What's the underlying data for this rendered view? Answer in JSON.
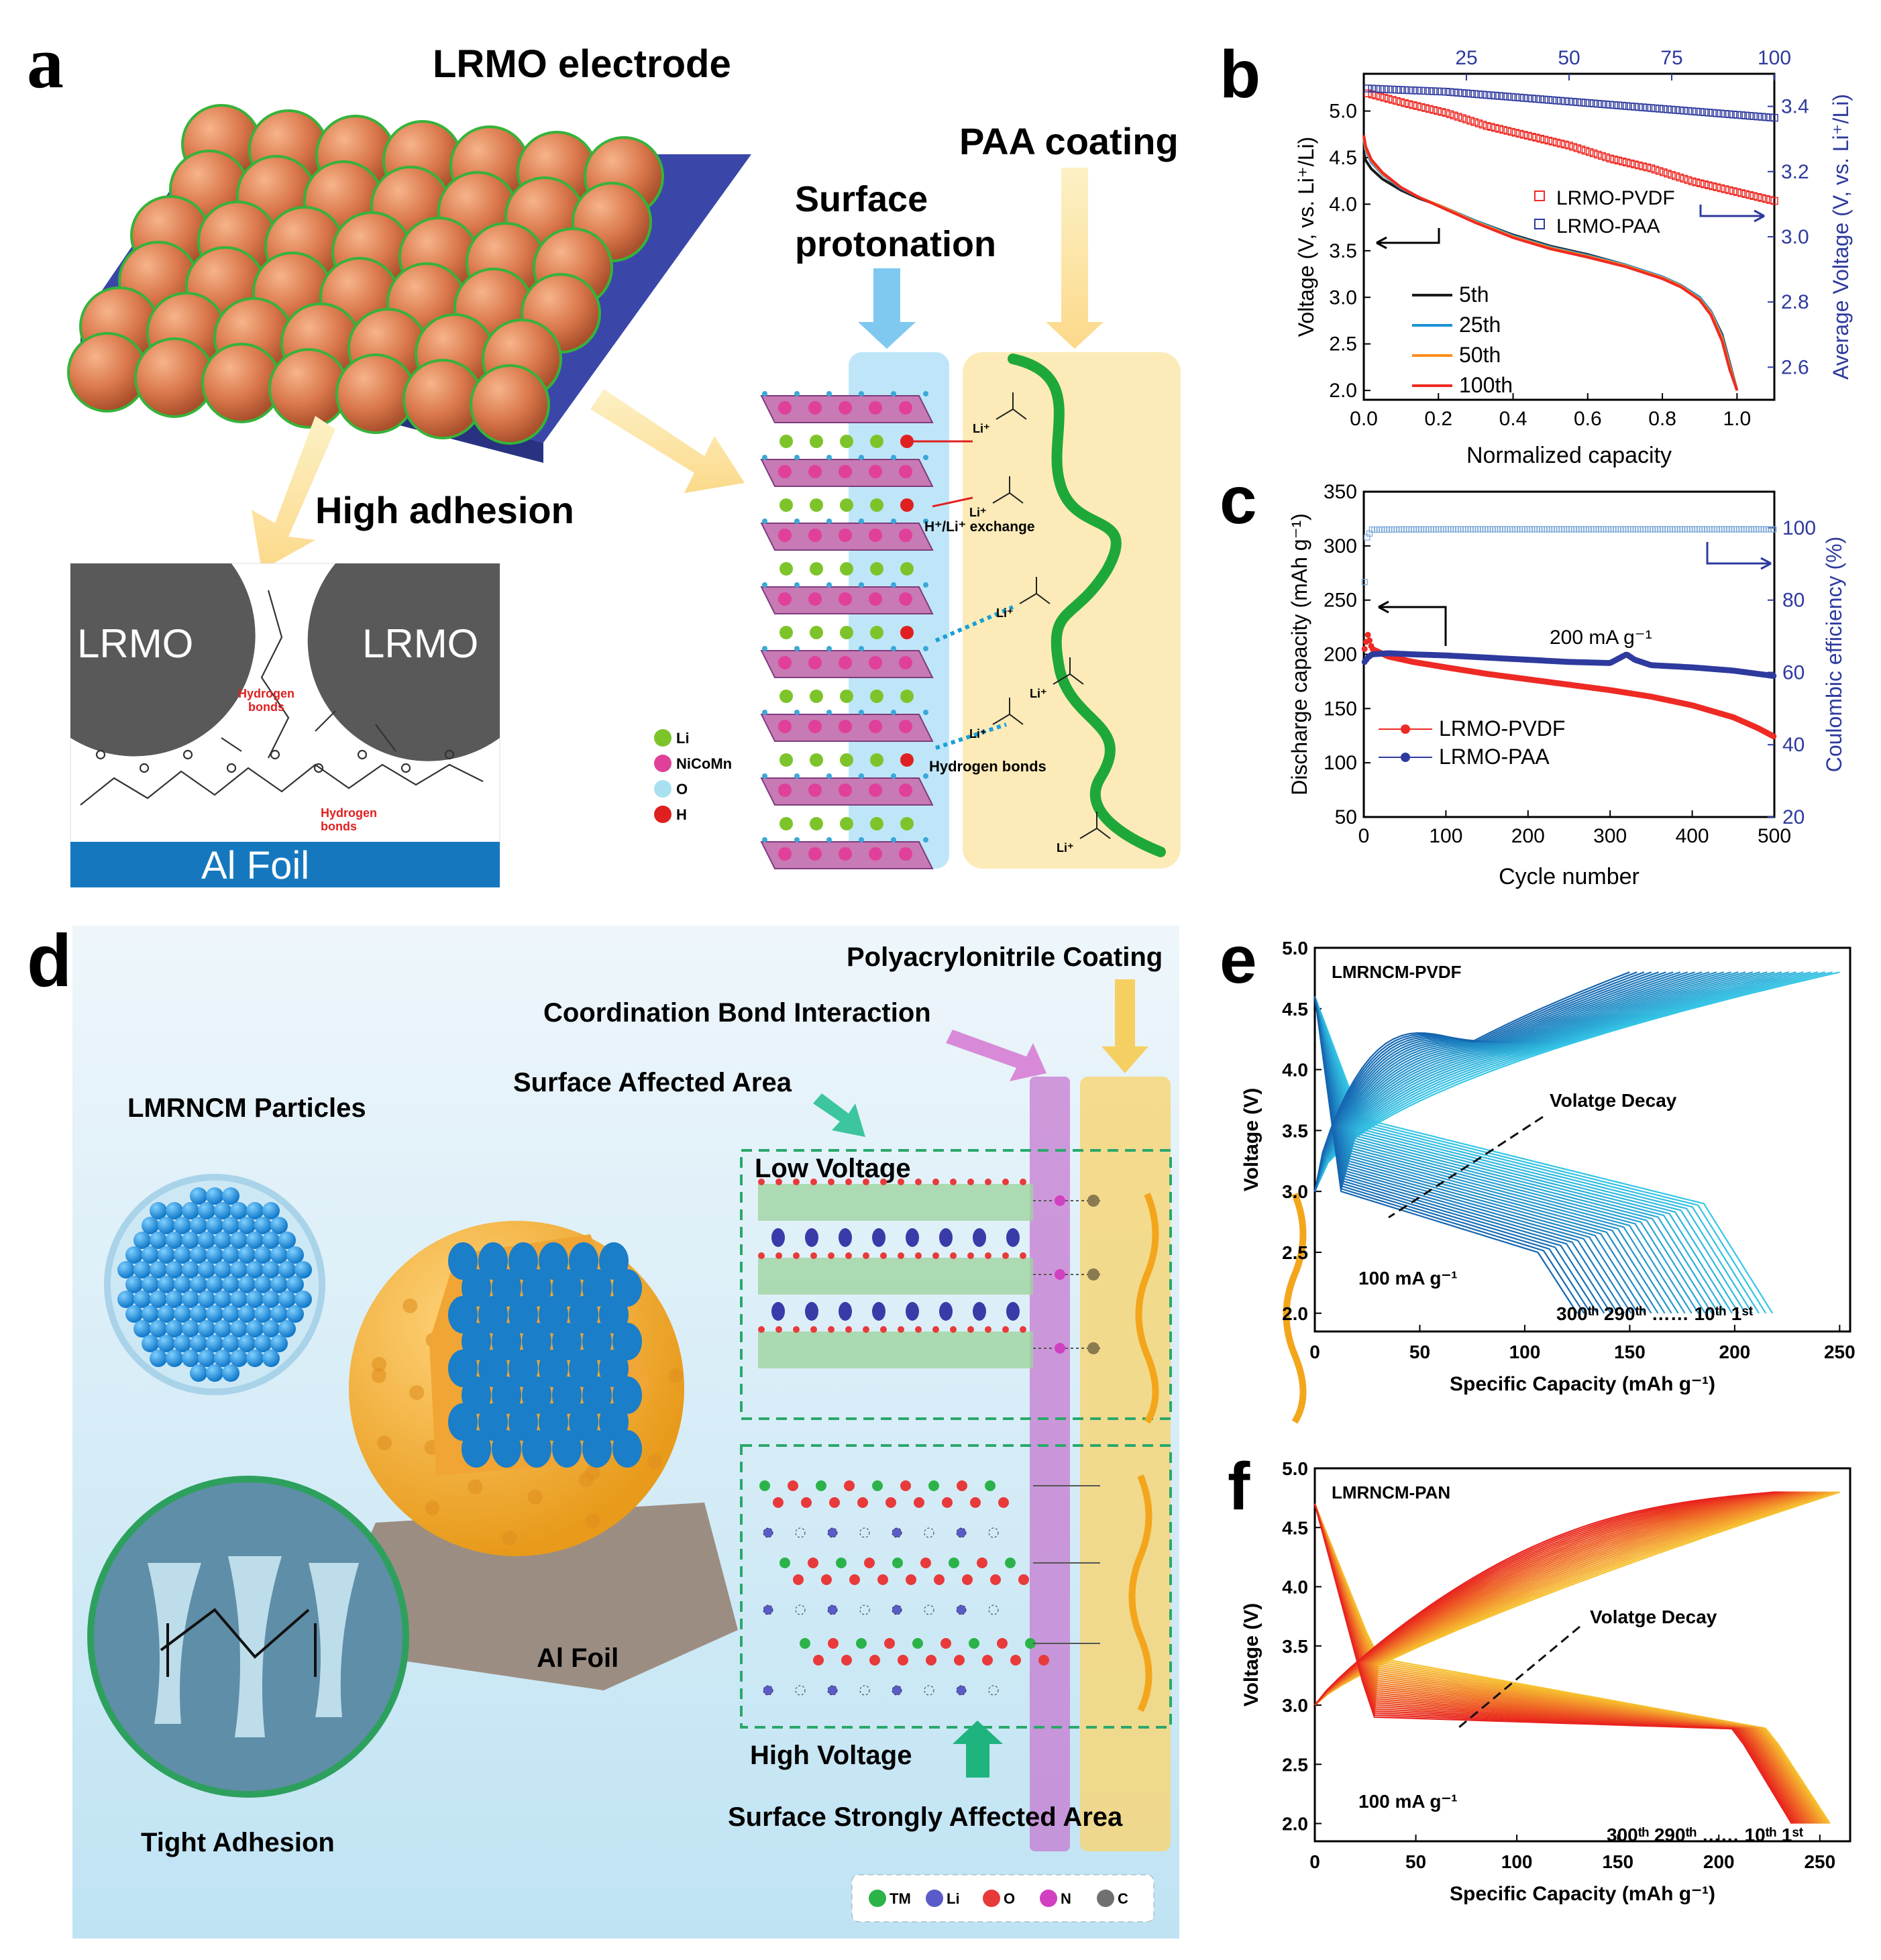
{
  "panel_letters": {
    "a": "a",
    "b": "b",
    "c": "c",
    "d": "d",
    "e": "e",
    "f": "f"
  },
  "panel_a": {
    "title": "LRMO electrode",
    "high_adhesion": "High adhesion",
    "surface_protonation_1": "Surface",
    "surface_protonation_2": "protonation",
    "paa_coating": "PAA coating",
    "lrmo_left": "LRMO",
    "lrmo_right": "LRMO",
    "hydrogen_bonds_1a": "Hydrogen",
    "hydrogen_bonds_1b": "bonds",
    "hydrogen_bonds_2a": "Hydrogen",
    "hydrogen_bonds_2b": "bonds",
    "al_foil": "Al Foil",
    "exchange": "H⁺/Li⁺ exchange",
    "hydrogen_bonds_right": "Hydrogen bonds",
    "li_ion": "Li⁺",
    "legend": [
      {
        "label": "Li",
        "color": "#7dc42b"
      },
      {
        "label": "NiCoMn",
        "color": "#e0409a"
      },
      {
        "label": "O",
        "color": "#a8e0f0"
      },
      {
        "label": "H",
        "color": "#e02020"
      }
    ]
  },
  "panel_d": {
    "polyacrylonitrile": "Polyacrylonitrile Coating",
    "coordination": "Coordination Bond Interaction",
    "surface_affected": "Surface Affected Area",
    "particles": "LMRNCM Particles",
    "low_voltage": "Low Voltage",
    "high_voltage": "High Voltage",
    "strongly_affected": "Surface Strongly Affected Area",
    "al_foil": "Al Foil",
    "tight_adhesion": "Tight Adhesion",
    "legend": [
      {
        "label": "TM",
        "color": "#2bb34a"
      },
      {
        "label": "Li",
        "color": "#5a5ac8"
      },
      {
        "label": "O",
        "color": "#e83a3a"
      },
      {
        "label": "N",
        "color": "#d040c0"
      },
      {
        "label": "C",
        "color": "#707070"
      }
    ]
  },
  "chart_data": [
    {
      "id": "b",
      "type": "line",
      "xlabel": "Normalized capacity",
      "ylabel": "Voltage (V, vs. Li⁺/Li)",
      "xlim": [
        0,
        1.1
      ],
      "ylim": [
        1.9,
        5.4
      ],
      "xticks": [
        "0.0",
        "0.2",
        "0.4",
        "0.6",
        "0.8",
        "1.0"
      ],
      "yticks": [
        "2.0",
        "2.5",
        "3.0",
        "3.5",
        "4.0",
        "4.5",
        "5.0"
      ],
      "x2label": "",
      "x2lim": [
        0,
        100
      ],
      "x2ticks": [
        "25",
        "50",
        "75",
        "100"
      ],
      "y2label": "Average Voltage (V, vs. Li⁺/Li)",
      "y2lim": [
        2.5,
        3.5
      ],
      "y2ticks": [
        "2.6",
        "2.8",
        "3.0",
        "3.2",
        "3.4"
      ],
      "series": [
        {
          "name": "5th",
          "color": "#1a1a1a",
          "x": [
            0,
            0.005,
            0.02,
            0.05,
            0.1,
            0.15,
            0.2,
            0.3,
            0.4,
            0.5,
            0.6,
            0.7,
            0.8,
            0.85,
            0.9,
            0.93,
            0.96,
            0.98,
            1.0
          ],
          "y": [
            4.55,
            4.47,
            4.38,
            4.27,
            4.15,
            4.06,
            3.99,
            3.82,
            3.67,
            3.55,
            3.46,
            3.35,
            3.22,
            3.13,
            3.0,
            2.85,
            2.6,
            2.3,
            2.0
          ]
        },
        {
          "name": "25th",
          "color": "#1e90d8",
          "x": [
            0,
            0.005,
            0.02,
            0.05,
            0.1,
            0.15,
            0.2,
            0.3,
            0.4,
            0.5,
            0.6,
            0.7,
            0.8,
            0.85,
            0.9,
            0.93,
            0.96,
            0.98,
            1.0
          ],
          "y": [
            4.7,
            4.58,
            4.45,
            4.32,
            4.17,
            4.07,
            3.99,
            3.82,
            3.66,
            3.54,
            3.45,
            3.35,
            3.22,
            3.13,
            3.0,
            2.85,
            2.58,
            2.28,
            2.0
          ]
        },
        {
          "name": "50th",
          "color": "#ff8c1a",
          "x": [
            0,
            0.005,
            0.02,
            0.05,
            0.1,
            0.15,
            0.2,
            0.3,
            0.4,
            0.5,
            0.6,
            0.7,
            0.8,
            0.85,
            0.9,
            0.93,
            0.96,
            0.98,
            1.0
          ],
          "y": [
            4.72,
            4.6,
            4.47,
            4.33,
            4.18,
            4.07,
            3.99,
            3.81,
            3.65,
            3.53,
            3.44,
            3.34,
            3.21,
            3.12,
            2.98,
            2.83,
            2.56,
            2.26,
            2.0
          ]
        },
        {
          "name": "100th",
          "color": "#ee2a24",
          "x": [
            0,
            0.005,
            0.02,
            0.05,
            0.1,
            0.15,
            0.2,
            0.3,
            0.4,
            0.5,
            0.6,
            0.7,
            0.8,
            0.85,
            0.9,
            0.93,
            0.96,
            0.98,
            1.0
          ],
          "y": [
            4.74,
            4.62,
            4.48,
            4.34,
            4.18,
            4.07,
            3.98,
            3.8,
            3.64,
            3.52,
            3.43,
            3.33,
            3.2,
            3.11,
            2.97,
            2.81,
            2.53,
            2.23,
            2.0
          ]
        }
      ],
      "avg_series": [
        {
          "name": "LRMO-PVDF",
          "color": "#ee2a24",
          "cycles": [
            1,
            10,
            20,
            30,
            40,
            50,
            60,
            70,
            80,
            90,
            100
          ],
          "values": [
            3.44,
            3.41,
            3.38,
            3.34,
            3.31,
            3.28,
            3.24,
            3.21,
            3.17,
            3.14,
            3.11
          ]
        },
        {
          "name": "LRMO-PAA",
          "color": "#2e3a9e",
          "cycles": [
            1,
            10,
            20,
            30,
            40,
            50,
            60,
            70,
            80,
            90,
            100
          ],
          "values": [
            3.455,
            3.45,
            3.445,
            3.435,
            3.425,
            3.415,
            3.405,
            3.395,
            3.385,
            3.375,
            3.365
          ]
        }
      ]
    },
    {
      "id": "c",
      "type": "scatter",
      "xlabel": "Cycle number",
      "ylabel": "Discharge capacity (mAh g⁻¹)",
      "xlim": [
        0,
        500
      ],
      "ylim": [
        50,
        350
      ],
      "xticks": [
        "0",
        "100",
        "200",
        "300",
        "400",
        "500"
      ],
      "yticks": [
        "50",
        "100",
        "150",
        "200",
        "250",
        "300",
        "350"
      ],
      "y2label": "Coulombic efficiency (%)",
      "y2lim": [
        20,
        110
      ],
      "y2ticks": [
        "20",
        "40",
        "60",
        "80",
        "100"
      ],
      "annotation": "200 mA g⁻¹",
      "series": [
        {
          "name": "LRMO-PVDF",
          "color": "#ee2a24",
          "x": [
            1,
            5,
            10,
            30,
            60,
            100,
            150,
            200,
            250,
            300,
            350,
            400,
            450,
            480,
            500
          ],
          "values": [
            205,
            218,
            205,
            198,
            193,
            188,
            182,
            177,
            172,
            167,
            161,
            153,
            142,
            132,
            124
          ]
        },
        {
          "name": "LRMO-PAA",
          "color": "#2e3a9e",
          "x": [
            1,
            5,
            10,
            30,
            60,
            100,
            150,
            200,
            250,
            300,
            320,
            330,
            350,
            400,
            450,
            500
          ],
          "values": [
            193,
            197,
            200,
            201,
            200,
            199,
            197,
            195,
            193,
            192,
            200,
            195,
            190,
            188,
            185,
            180
          ]
        }
      ],
      "ce_series": {
        "name": "Coulombic efficiency",
        "x": [
          1,
          3,
          10,
          100,
          200,
          300,
          400,
          500
        ],
        "values": [
          85,
          97,
          99.5,
          99.6,
          99.6,
          99.6,
          99.6,
          99.6
        ]
      }
    },
    {
      "id": "e",
      "type": "line",
      "title": "LMRNCM-PVDF",
      "xlabel": "Specific Capacity (mAh g⁻¹)",
      "ylabel": "Voltage (V)",
      "xlim": [
        0,
        255
      ],
      "ylim": [
        1.85,
        5.0
      ],
      "xticks": [
        "0",
        "50",
        "100",
        "150",
        "200",
        "250"
      ],
      "yticks": [
        "2.0",
        "2.5",
        "3.0",
        "3.5",
        "4.0",
        "4.5",
        "5.0"
      ],
      "annotation_decay": "Volatge Decay",
      "annotation_rate": "100 mA g⁻¹",
      "annotation_cycles": "300ᵗʰ 290ᵗʰ …… 10ᵗʰ 1ˢᵗ",
      "curves": {
        "count": 30,
        "charge_end_first": 250,
        "charge_end_last": 150,
        "discharge_end_first": 218,
        "discharge_end_last": 125,
        "color_first": "#35c6e6",
        "color_last": "#1565b0"
      }
    },
    {
      "id": "f",
      "type": "line",
      "title": "LMRNCM-PAN",
      "xlabel": "Specific Capacity (mAh g⁻¹)",
      "ylabel": "Voltage (V)",
      "xlim": [
        0,
        265
      ],
      "ylim": [
        1.85,
        5.0
      ],
      "xticks": [
        "0",
        "50",
        "100",
        "150",
        "200",
        "250"
      ],
      "yticks": [
        "2.0",
        "2.5",
        "3.0",
        "3.5",
        "4.0",
        "4.5",
        "5.0"
      ],
      "annotation_decay": "Volatge Decay",
      "annotation_rate": "100 mA g⁻¹",
      "annotation_cycles": "300ᵗʰ 290ᵗʰ …… 10ᵗʰ 1ˢᵗ",
      "curves": {
        "count": 30,
        "charge_end_first": 260,
        "charge_end_last": 228,
        "discharge_end_first": 255,
        "discharge_end_last": 236,
        "color_first": "#f7c230",
        "color_last": "#e8221e"
      }
    }
  ]
}
